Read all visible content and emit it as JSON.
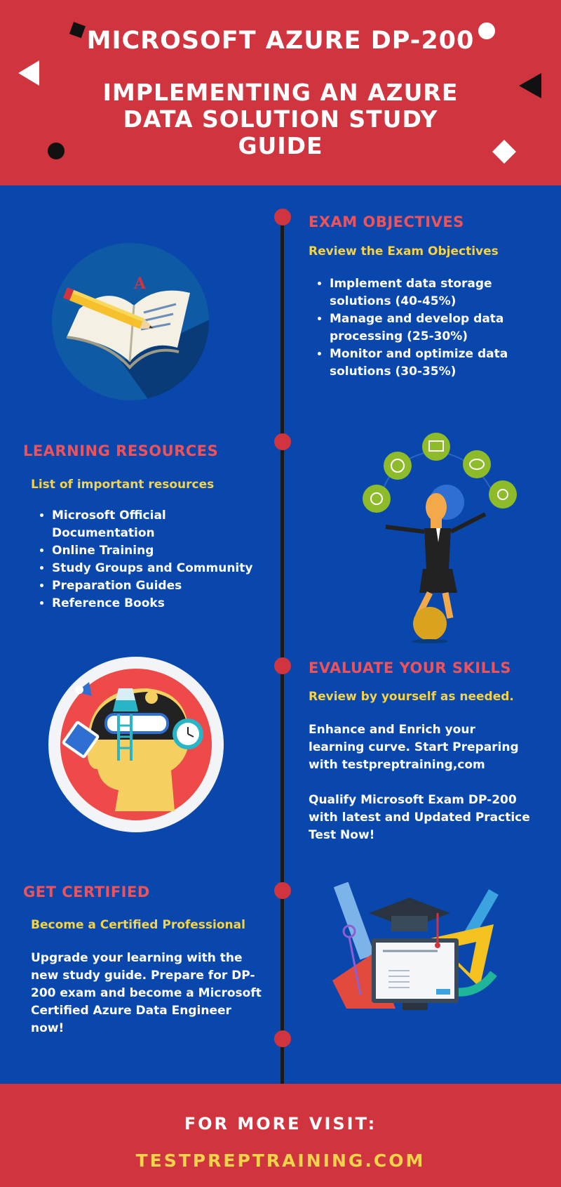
{
  "header": {
    "title": "MICROSOFT AZURE DP-200",
    "subtitle": "IMPLEMENTING AN AZURE DATA SOLUTION STUDY GUIDE"
  },
  "sections": [
    {
      "title": "EXAM OBJECTIVES",
      "subtitle": "Review the Exam Objectives",
      "items": [
        "Implement data storage solutions (40-45%)",
        "Manage and develop data processing (25-30%)",
        "Monitor and optimize data solutions (30-35%)"
      ],
      "illustration_icon": "open-book-pencil-icon"
    },
    {
      "title": "LEARNING RESOURCES",
      "subtitle": "List of important resources",
      "items": [
        "Microsoft Official Documentation",
        "Online Training",
        "Study Groups and Community",
        "Preparation Guides",
        "Reference Books"
      ],
      "illustration_icon": "juggling-woman-icon"
    },
    {
      "title": "EVALUATE YOUR SKILLS",
      "subtitle": "Review by yourself as needed.",
      "paragraphs": [
        "Enhance and Enrich your learning curve. Start Preparing with testpreptraining,com",
        "Qualify Microsoft Exam DP-200 with latest and Updated Practice Test Now!"
      ],
      "illustration_icon": "thinking-head-icon"
    },
    {
      "title": "GET CERTIFIED",
      "subtitle": "Become a Certified Professional",
      "paragraphs": [
        "Upgrade your learning with the new study guide. Prepare for DP-200 exam and become a Microsoft Certified Azure Data Engineer now!"
      ],
      "illustration_icon": "graduation-laptop-icon"
    }
  ],
  "footer": {
    "label": "FOR MORE VISIT:",
    "url": "TESTPREPTRAINING.COM"
  },
  "colors": {
    "red": "#d0353f",
    "blue": "#0a47ac",
    "title_accent": "#f0525a",
    "yellow": "#f3d34a"
  }
}
